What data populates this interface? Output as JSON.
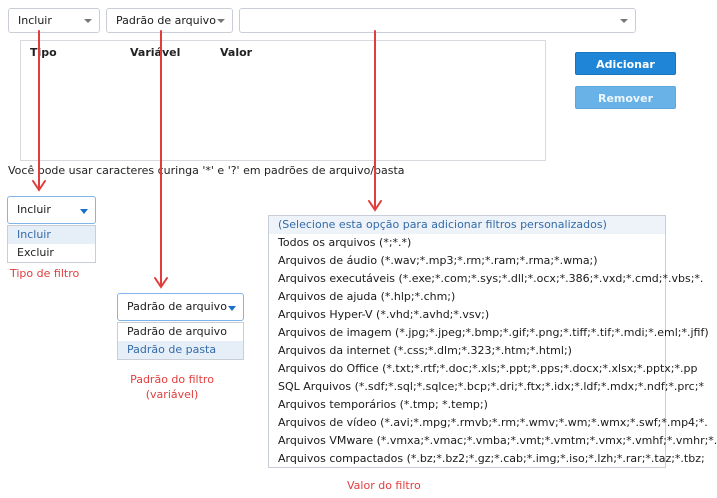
{
  "top_bar": {
    "include_select": "Incluir",
    "pattern_select": "Padrão de arquivo",
    "value_select": ""
  },
  "grid": {
    "columns": [
      "Tipo",
      "Variável",
      "Valor"
    ]
  },
  "buttons": {
    "add": "Adicionar",
    "remove": "Remover"
  },
  "hint": "Você pode usar caracteres curinga '*' e '?' em padrões de arquivo/pasta",
  "filter_type": {
    "selected": "Incluir",
    "options": [
      "Incluir",
      "Excluir"
    ],
    "caption": "Tipo de filtro"
  },
  "filter_pattern": {
    "selected": "Padrão de arquivo",
    "options": [
      "Padrão de arquivo",
      "Padrão de pasta"
    ],
    "caption_line1": "Padrão do filtro",
    "caption_line2": "(variável)"
  },
  "filter_value": {
    "caption": "Valor do filtro",
    "options": [
      "(Selecione esta opção para adicionar filtros personalizados)",
      "Todos os arquivos (*;*.*)",
      "Arquivos de áudio (*.wav;*.mp3;*.rm;*.ram;*.rma;*.wma;)",
      "Arquivos executáveis (*.exe;*.com;*.sys;*.dll;*.ocx;*.386;*.vxd;*.cmd;*.vbs;*.",
      "Arquivos de ajuda (*.hlp;*.chm;)",
      "Arquivos Hyper-V (*.vhd;*.avhd;*.vsv;)",
      "Arquivos de imagem (*.jpg;*.jpeg;*.bmp;*.gif;*.png;*.tiff;*.tif;*.mdi;*.eml;*.jfif)",
      "Arquivos da internet (*.css;*.dlm;*.323;*.htm;*.html;)",
      "Arquivos do Office (*.txt;*.rtf;*.doc;*.xls;*.ppt;*.pps;*.docx;*.xlsx;*.pptx;*.pp",
      "SQL Arquivos (*.sdf;*.sql;*.sqlce;*.bcp;*.dri;*.ftx;*.idx;*.ldf;*.mdx;*.ndf;*.prc;*",
      "Arquivos temporários (*.tmp; *.temp;)",
      "Arquivos de vídeo (*.avi;*.mpg;*.rmvb;*.rm;*.wmv;*.wm;*.wmx;*.swf;*.mp4;*.",
      "Arquivos VMware (*.vmxa;*.vmac;*.vmba;*.vmt;*.vmtm;*.vmx;*.vmhf;*.vmhr;*.",
      "Arquivos compactados (*.bz;*.bz2;*.gz;*.cab;*.img;*.iso;*.lzh;*.rar;*.taz;*.tbz;"
    ]
  },
  "colors": {
    "annotation": "#e23d3d",
    "button": "#1f85d6",
    "button_disabled": "#68b2e8"
  }
}
